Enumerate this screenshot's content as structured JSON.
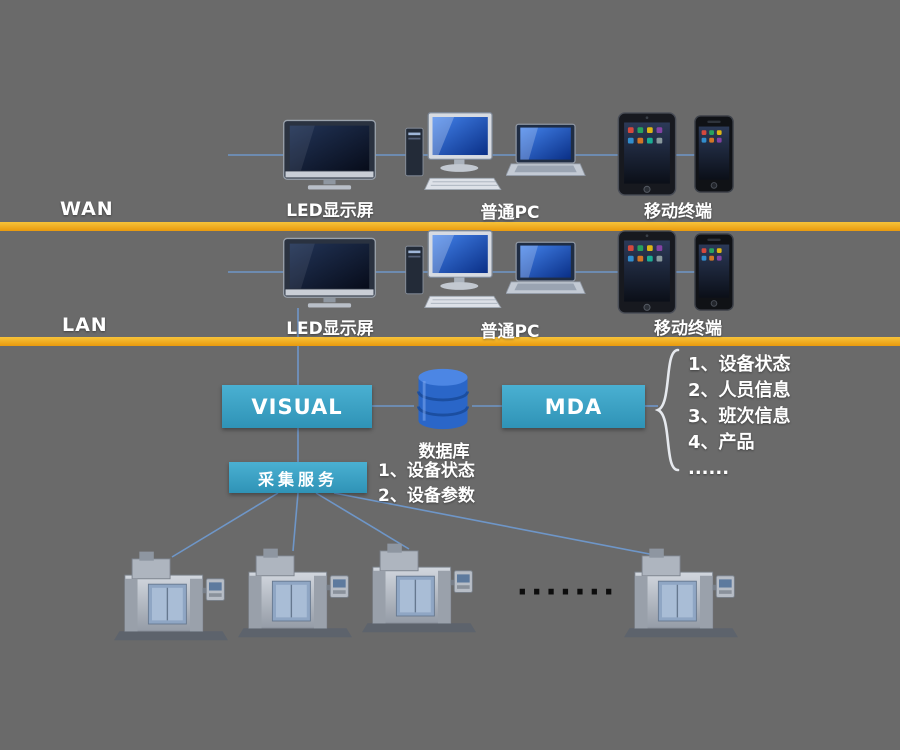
{
  "wan": {
    "label": "WAN",
    "devices": {
      "led": "LED显示屏",
      "pc": "普通PC",
      "mobile": "移动终端"
    }
  },
  "lan": {
    "label": "LAN",
    "devices": {
      "led": "LED显示屏",
      "pc": "普通PC",
      "mobile": "移动终端"
    }
  },
  "core": {
    "visual_label": "VISUAL",
    "database_label": "数据库",
    "mda_label": "MDA",
    "collect_label": "采集服务",
    "database_list": [
      "1、设备状态",
      "2、设备参数"
    ],
    "mda_list": [
      "1、设备状态",
      "2、人员信息",
      "3、班次信息",
      "4、产品",
      "......"
    ]
  },
  "machines": {
    "dots": "·······",
    "count": 4
  },
  "colors": {
    "background": "#6a6a6a",
    "bus_yellow": "#eda514",
    "box_teal": "#3ba3c6",
    "database_blue": "#2a66c8",
    "line_blue": "#6f99ce"
  }
}
